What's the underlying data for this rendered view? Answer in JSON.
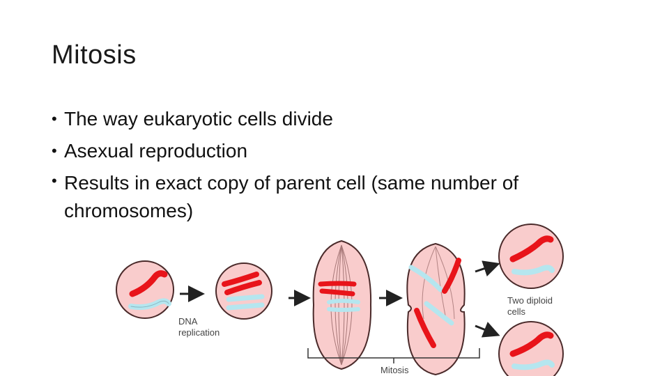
{
  "slide": {
    "title": "Mitosis",
    "bullets": [
      "The way eukaryotic cells divide",
      "Asexual reproduction",
      "Results in exact copy of parent cell (same number of chromosomes)"
    ]
  },
  "figure": {
    "label_dna": "DNA",
    "label_replication": "replication",
    "label_two_diploid": "Two diploid",
    "label_cells": "cells",
    "label_mitosis": "Mitosis"
  },
  "colors": {
    "cell_fill": "#f9cccc",
    "cell_stroke": "#4a2a2a",
    "red_chromosome": "#e8141a",
    "blue_chromosome": "#b5e6ef",
    "arrow": "#222222"
  }
}
